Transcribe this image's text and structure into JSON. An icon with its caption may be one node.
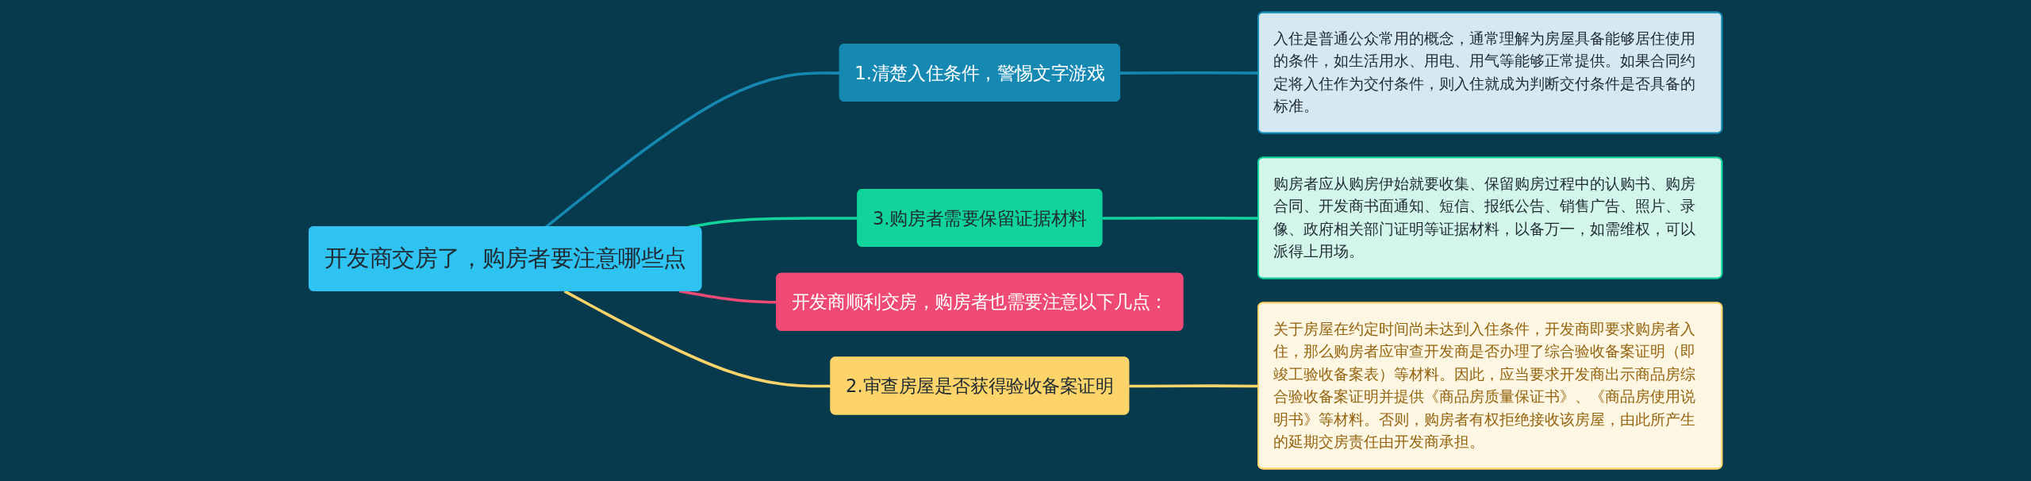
{
  "diagram": {
    "nodes": [
      {
        "text": [
          "开发商交房了，购房者要注意哪些点"
        ]
      },
      {
        "text": [
          "1.清楚入住条件，警惕文字游戏"
        ]
      },
      {
        "text": [
          "入住是普通公众常用的概念，通常理解为房屋具备能够居住使用的条件，如生活用水、用电、用气等能够正常提供。如果合同约定将入住作为交付条件，则入住就成为判断交付条件是否具备的标准。"
        ]
      },
      {
        "text": [
          "3.购房者需要保留证据材料"
        ]
      },
      {
        "text": [
          "购房者应从购房伊始就要收集、保留购房过程中的认购书、购房合同、开发商书面通知、短信、报纸公告、销售广告、照片、录像、政府相关部门证明等证据材料，以备万一，如需维权，可以派得上用场。"
        ]
      },
      {
        "text": [
          "开发商顺利交房，购房者也需要注意以下几点："
        ]
      },
      {
        "text": [
          "2.审查房屋是否获得验收备案证明"
        ]
      },
      {
        "text": [
          "关于房屋在约定时间尚未达到入住条件，开发商即要求购房者入住，那么购房者应审查开发商是否办理了综合验收备案证明（即竣工验收备案表）等材料。因此，应当要求开发商出示商品房综合验收备案证明并提供《商品房质量保证书》、《商品房使用说明书》等材料。否则，购房者有权拒绝接收该房屋，由此所产生的延期交房责任由开发商承担。"
        ]
      }
    ],
    "edges": [
      {
        "from": 0,
        "to": 1,
        "arrow": "none",
        "color": "#1689b3"
      },
      {
        "from": 1,
        "to": 2,
        "arrow": "none",
        "color": "#1689b3"
      },
      {
        "from": 0,
        "to": 3,
        "arrow": "none",
        "color": "#10d49c"
      },
      {
        "from": 3,
        "to": 4,
        "arrow": "none",
        "color": "#10d49c"
      },
      {
        "from": 0,
        "to": 5,
        "arrow": "none",
        "color": "#ee4a73"
      },
      {
        "from": 0,
        "to": 6,
        "arrow": "none",
        "color": "#fdd46a"
      },
      {
        "from": 6,
        "to": 7,
        "arrow": "none",
        "color": "#fdd46a"
      }
    ]
  }
}
